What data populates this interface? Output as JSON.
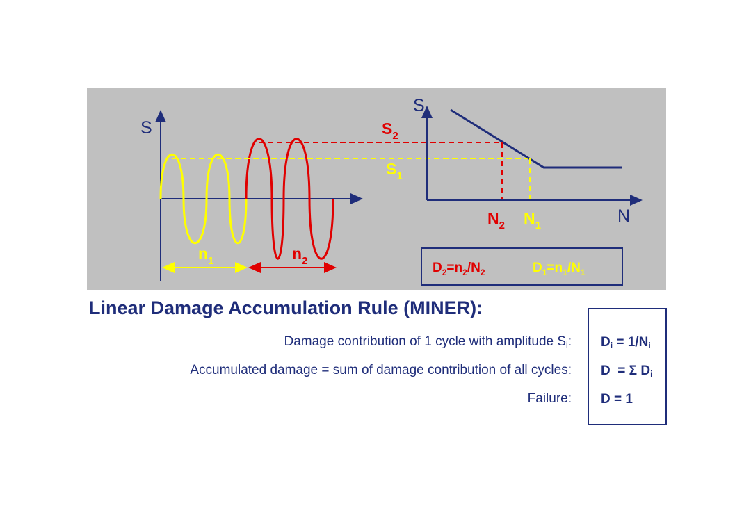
{
  "diagram": {
    "left_axis": {
      "y_label": "S"
    },
    "amplitude_labels": {
      "s2": {
        "base": "S",
        "sub": "2"
      },
      "s1": {
        "base": "S",
        "sub": "1"
      }
    },
    "cycle_labels": {
      "n1": {
        "base": "n",
        "sub": "1"
      },
      "n2": {
        "base": "n",
        "sub": "2"
      }
    },
    "sn_curve": {
      "y_label": "S",
      "x_label": "N",
      "n2": {
        "base": "N",
        "sub": "2"
      },
      "n1": {
        "base": "N",
        "sub": "1"
      }
    },
    "damage_box": {
      "d2": {
        "D": "D",
        "Dsub": "2",
        "eq": "=n",
        "nsub": "2",
        "slash": "/N",
        "Nsub": "2"
      },
      "d1": {
        "D": "D",
        "Dsub": "1",
        "eq": "=n",
        "nsub": "1",
        "slash": "/N",
        "Nsub": "1"
      }
    },
    "colors": {
      "panel": "#c0c0c0",
      "navy": "#1f2d7a",
      "yellow": "#ffff00",
      "red": "#e00000"
    }
  },
  "rule": {
    "title": "Linear Damage Accumulation Rule (MINER):",
    "rows": [
      {
        "label": "Damage contribution of 1 cycle with amplitude S",
        "label_sub": "i",
        "label_end": ":",
        "formula_a": "D",
        "formula_a_sub": "i",
        "formula_b": " = 1/N",
        "formula_b_sub": "i"
      },
      {
        "label": "Accumulated damage = sum of damage contribution of all cycles:",
        "formula_a": "D  = Σ D",
        "formula_a_sub": "i"
      },
      {
        "label": "Failure:",
        "formula_a": "D = 1"
      }
    ]
  }
}
